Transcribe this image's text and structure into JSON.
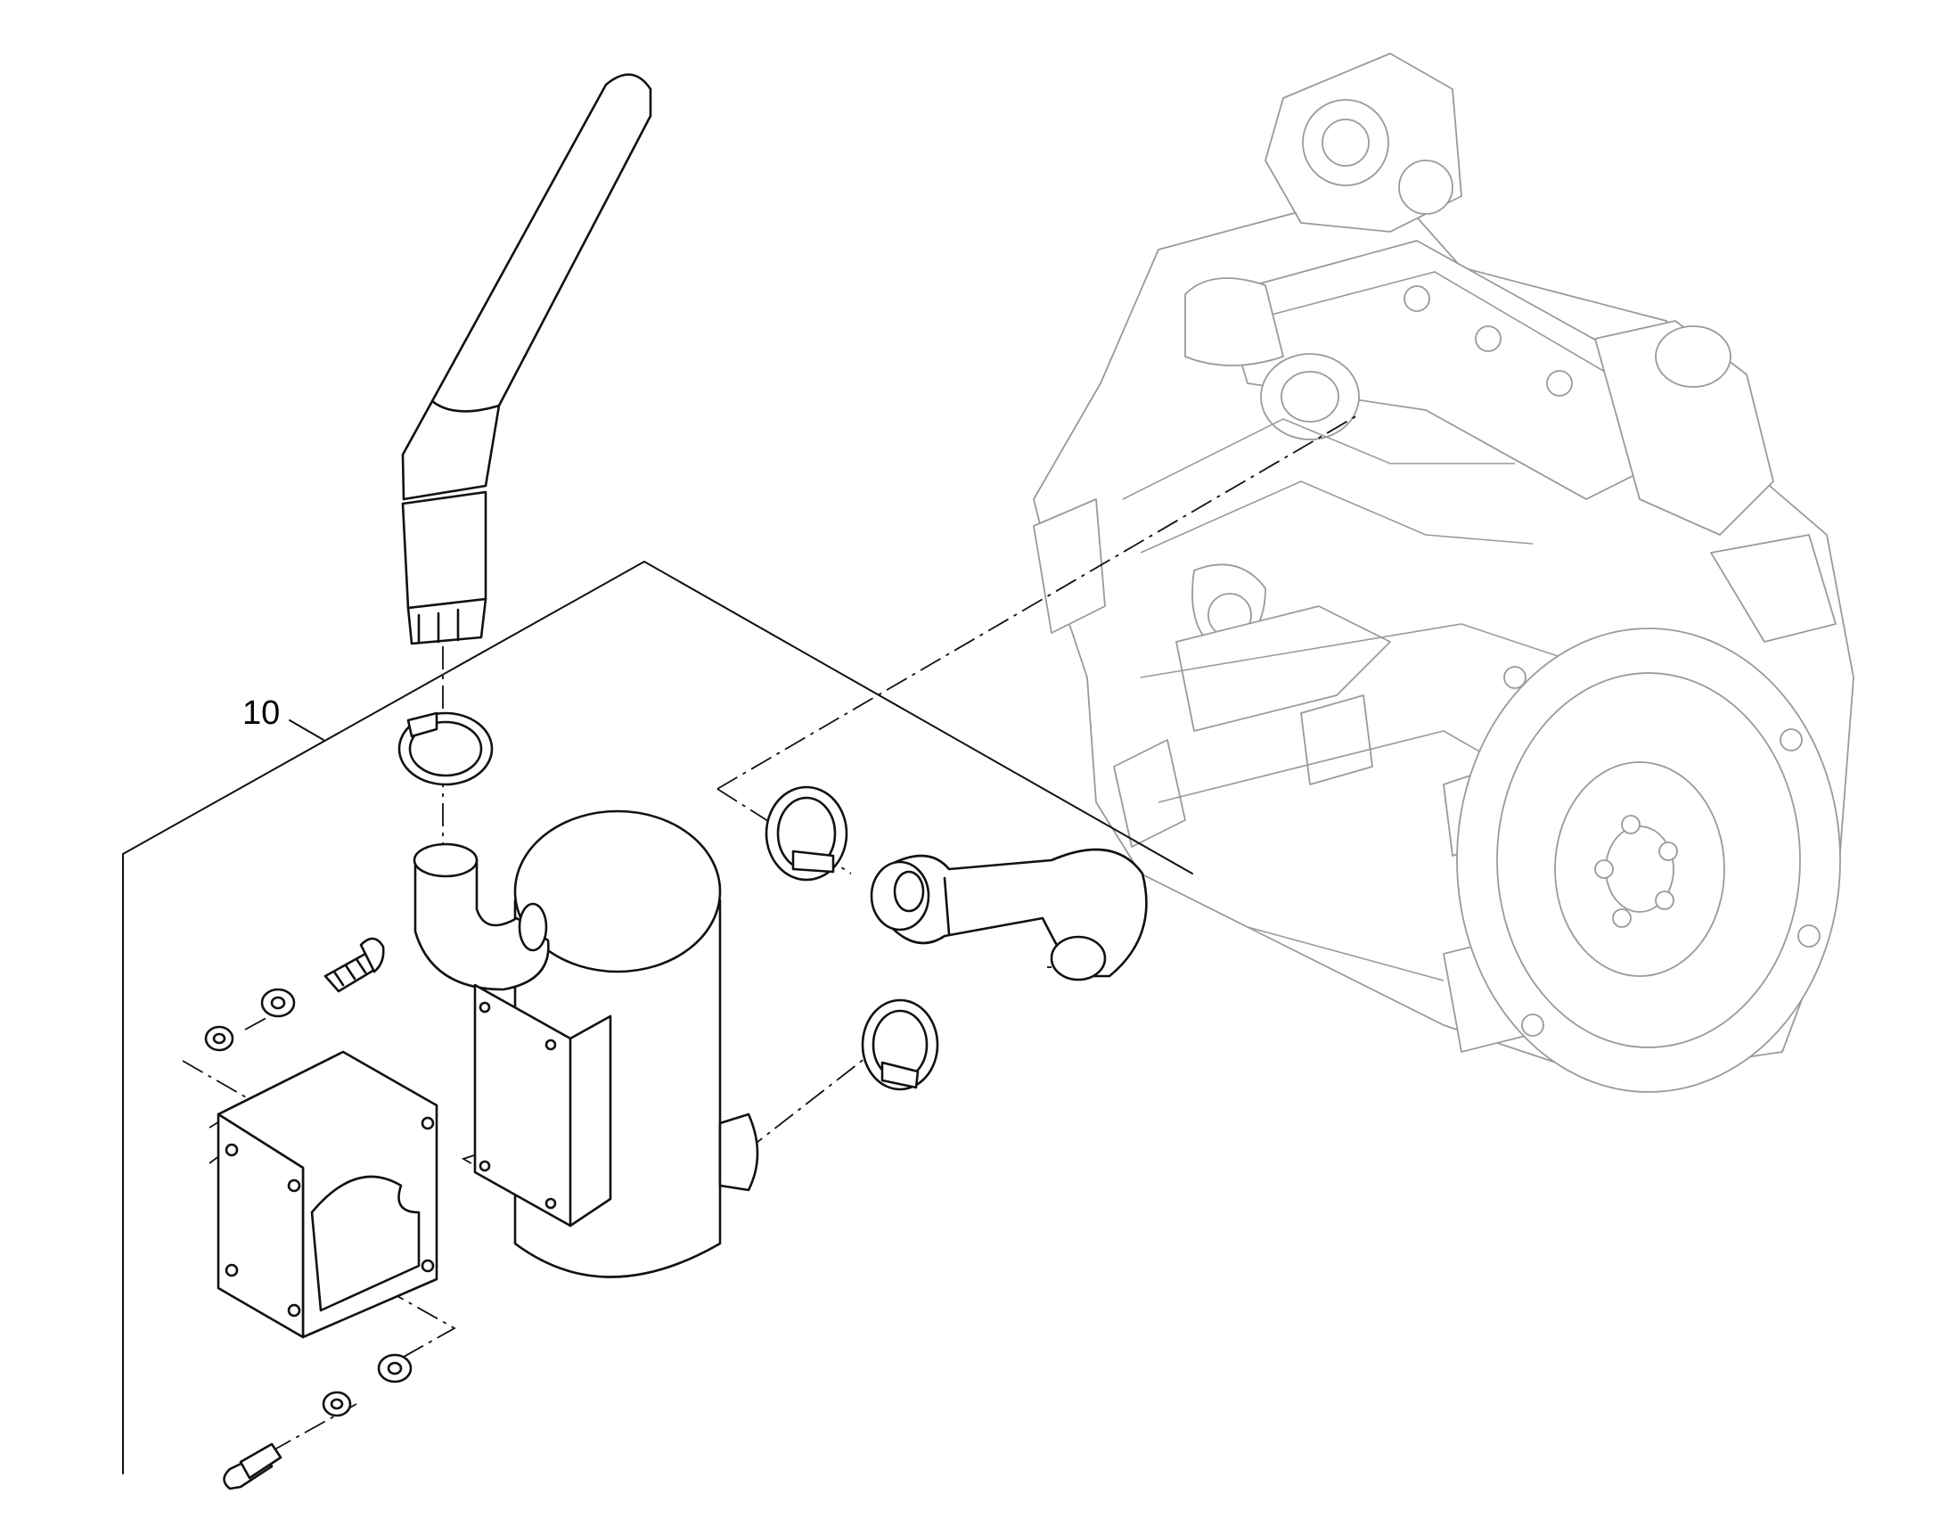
{
  "callouts": [
    {
      "label": "10",
      "target": "muffler-assembly"
    }
  ],
  "colors": {
    "line": "#111111",
    "background_engine": "#9a9a9a",
    "background": "#ffffff"
  },
  "parts": [
    "exhaust-stack-pipe",
    "stack-clamp",
    "muffler",
    "muffler-inlet-elbow",
    "inlet-pipe",
    "inlet-clamp",
    "outlet-clamp",
    "heat-shield",
    "mounting-bracket",
    "bolt",
    "washer",
    "engine"
  ]
}
